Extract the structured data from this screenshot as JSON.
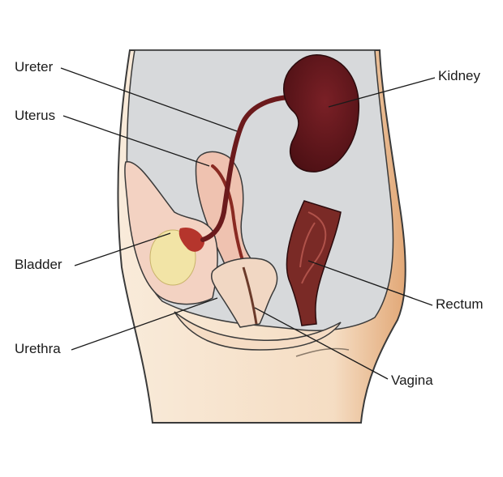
{
  "labels": {
    "ureter": "Ureter",
    "uterus": "Uterus",
    "bladder": "Bladder",
    "urethra": "Urethra",
    "kidney": "Kidney",
    "rectum": "Rectum",
    "vagina": "Vagina"
  },
  "colors": {
    "body_skin": "#f7e4cf",
    "skin_shadow": "#e7b98e",
    "cavity": "#d7d9db",
    "kidney": "#5c1419",
    "ureter": "#6b1a1c",
    "uterus": "#efc2b0",
    "bladder": "#f3d2c2",
    "bladder_urine": "#f2e4a6",
    "rectum": "#7a2a26",
    "outline": "#3a3a3a",
    "leader_line": "#1a1a1a"
  }
}
